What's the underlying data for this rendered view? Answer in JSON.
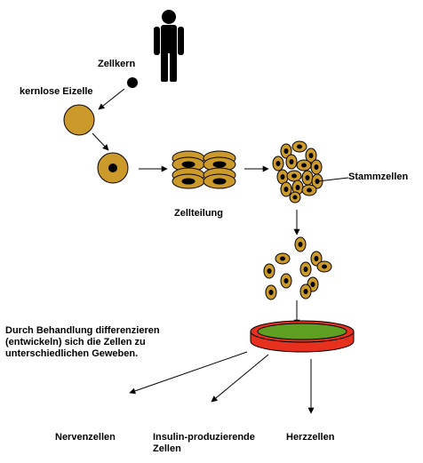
{
  "labels": {
    "nucleus": "Zellkern",
    "enucleated_egg": "kernlose Eizelle",
    "cell_division": "Zellteilung",
    "stem_cells": "Stammzellen",
    "treatment_line1": "Durch Behandlung differenzieren",
    "treatment_line2": "(entwickeln) sich die Zellen zu",
    "treatment_line3": "unterschiedlichen Geweben.",
    "nerve_cells": "Nervenzellen",
    "insulin_line1": "Insulin-produzierende",
    "insulin_line2": "Zellen",
    "heart_cells": "Herzzellen"
  },
  "colors": {
    "cell_fill": "#CC9A2B",
    "cell_stroke": "#000000",
    "dish_rim": "#E8301E",
    "dish_medium": "#5E9E20",
    "human": "#000000",
    "arrow": "#000000"
  },
  "icons": {
    "human": "human-figure-icon",
    "arrows": "arrow-icon"
  }
}
